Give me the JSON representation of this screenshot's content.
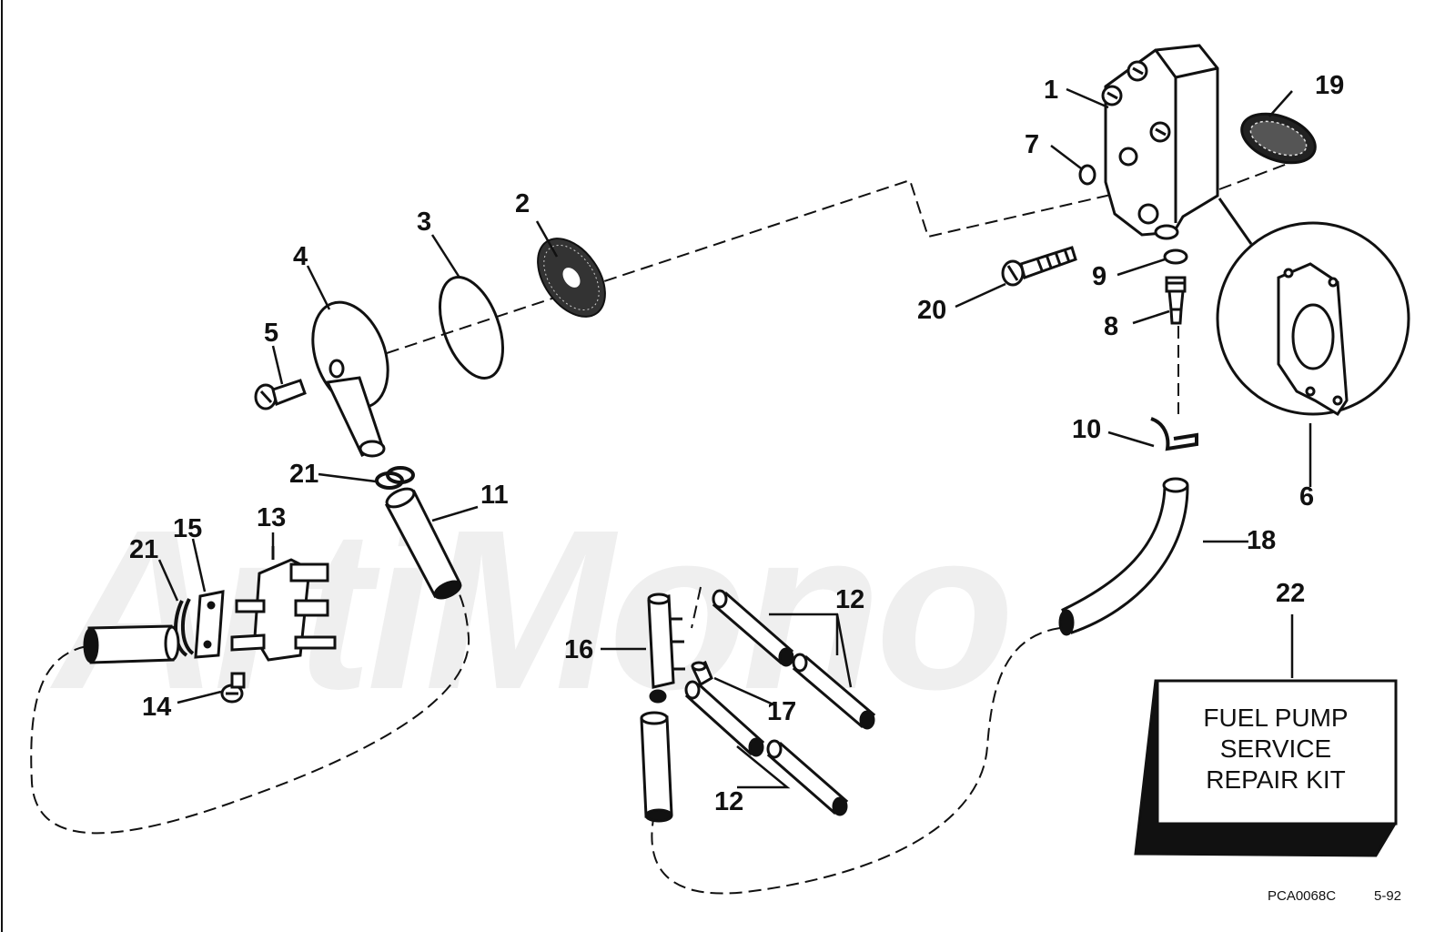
{
  "watermark_text": "ArtiMono",
  "callouts": {
    "c1": "1",
    "c2": "2",
    "c3": "3",
    "c4": "4",
    "c5": "5",
    "c6": "6",
    "c7": "7",
    "c8": "8",
    "c9": "9",
    "c10": "10",
    "c11": "11",
    "c12a": "12",
    "c12b": "12",
    "c13": "13",
    "c14": "14",
    "c15": "15",
    "c16": "16",
    "c17": "17",
    "c18": "18",
    "c19": "19",
    "c20": "20",
    "c21a": "21",
    "c21b": "21",
    "c22": "22"
  },
  "kit_box": {
    "line1": "FUEL PUMP",
    "line2": "SERVICE",
    "line3": "REPAIR KIT"
  },
  "footer": {
    "code": "PCA0068C",
    "date": "5-92"
  },
  "colors": {
    "ink": "#111111",
    "watermark": "#efefef",
    "background": "#ffffff"
  }
}
